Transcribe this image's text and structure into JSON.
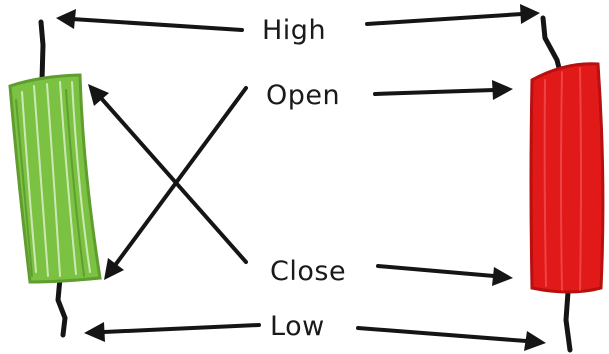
{
  "labels": {
    "high": "High",
    "open": "Open",
    "close": "Close",
    "low": "Low"
  },
  "colors": {
    "bullish_fill": "#7bc142",
    "bullish_stroke": "#5f9e2e",
    "bearish_fill": "#e11919",
    "bearish_stroke": "#b80f0f",
    "ink": "#151515"
  }
}
